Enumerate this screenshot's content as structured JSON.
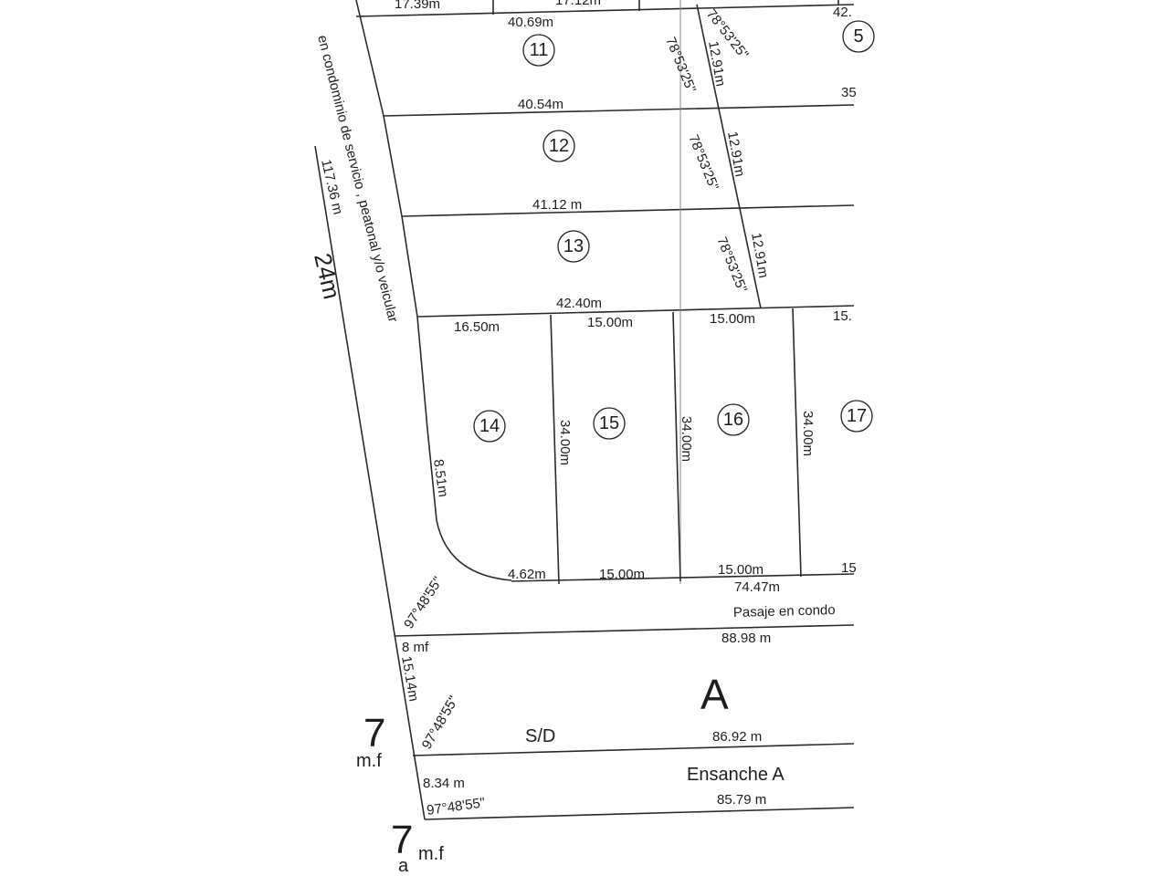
{
  "lots": [
    "11",
    "12",
    "13",
    "14",
    "15",
    "16",
    "17",
    "5"
  ],
  "dimensions": {
    "top_17_39": "17.39m",
    "top_17_12": "17.12m",
    "top_42": "42.",
    "right_35": "35",
    "l11_top": "40.69m",
    "l11_bottom": "40.54m",
    "l12_bottom": "41.12 m",
    "l13_bottom": "42.40m",
    "l14_top": "16.50m",
    "l15_top": "15.00m",
    "l16_top": "15.00m",
    "l17_top": "15.",
    "l14_curve": "8.51m",
    "l14_bottom": "4.62m",
    "l15_bottom": "15.00m",
    "l16_bottom": "15.00m",
    "l17_bottom": "15",
    "depth_15": "34.00m",
    "depth_16": "34.00m",
    "depth_17": "34.00m",
    "side_1": "12.91m",
    "side_2": "12.91m",
    "side_3": "12.91m",
    "angle_1": "78°53'25\"",
    "angle_2": "78°53'25\"",
    "angle_3": "78°53'25\"",
    "angle_4": "78°53'25\"",
    "pasaje_len": "74.47m",
    "a_top": "88.98 m",
    "a_bottom": "86.92 m",
    "ens_bottom": "85.79 m",
    "mf8": "8 mf",
    "side_15_14": "15.14m",
    "side_8_34": "8.34 m",
    "angle_97_1": "97°48'55\"",
    "angle_97_2": "97°48'55\"",
    "angle_97_3": "97°48'55\"",
    "road_len": "117.36 m",
    "road_len2": "24m"
  },
  "labels": {
    "road": "en condominio de servicio , peatonal y/o veicular",
    "pasaje": "Pasaje en condo",
    "block_a": "A",
    "sd": "S/D",
    "ensanche": "Ensanche A",
    "marker_7": "7",
    "marker_7_sub": "m.f",
    "marker_7a": "7",
    "marker_7a_a": "a",
    "marker_7a_sub": "m.f"
  }
}
